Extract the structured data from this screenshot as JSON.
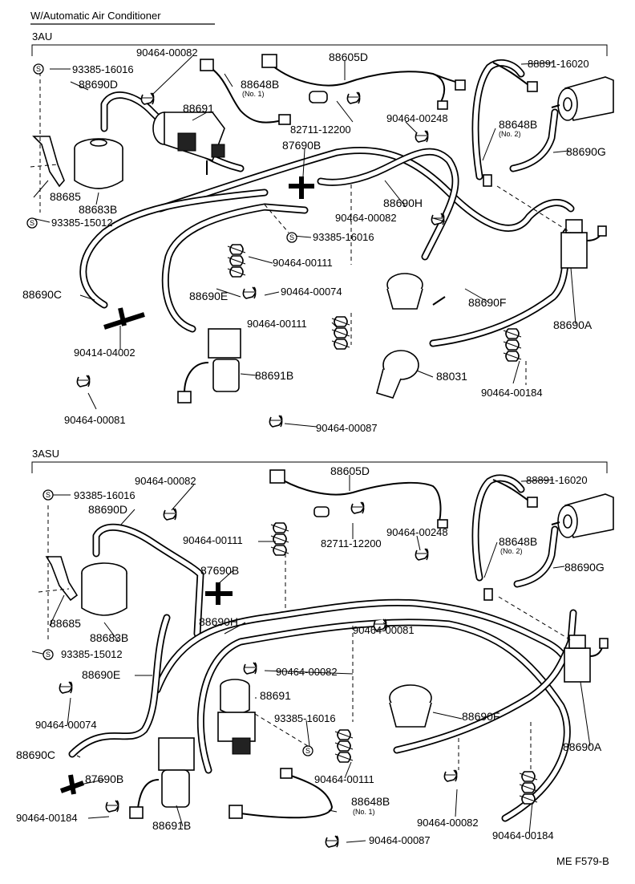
{
  "header": {
    "title": "W/Automatic Air Conditioner",
    "section_top": "3AU",
    "section_bottom": "3ASU",
    "figure_code": "ME F579-B"
  },
  "top": {
    "l_93385_16016": "93385-16016",
    "l_90464_00082": "90464-00082",
    "l_88605D": "88605D",
    "l_88891_16020": "88891-16020",
    "l_88690D": "88690D",
    "l_88648B": "88648B",
    "l_88648B_sub": "(No. 1)",
    "l_88691": "88691",
    "l_82711_12200": "82711-12200",
    "l_90464_00248": "90464-00248",
    "l_88648B2": "88648B",
    "l_88648B2_sub": "(No. 2)",
    "l_87690B": "87690B",
    "l_88690G": "88690G",
    "l_88685": "88685",
    "l_88683B": "88683B",
    "l_88690H": "88690H",
    "l_90464_00082b": "90464-00082",
    "l_93385_15012": "93385-15012",
    "l_93385_16016b": "93385-16016",
    "l_90464_00111": "90464-00111",
    "l_88690C": "88690C",
    "l_88690E": "88690E",
    "l_90464_00074": "90464-00074",
    "l_88690F": "88690F",
    "l_90464_00111b": "90464-00111",
    "l_88690A": "88690A",
    "l_90414_04002": "90414-04002",
    "l_88691B": "88691B",
    "l_88031": "88031",
    "l_90464_00184": "90464-00184",
    "l_90464_00081": "90464-00081",
    "l_90464_00087": "90464-00087"
  },
  "bottom": {
    "l_90464_00082": "90464-00082",
    "l_88605D": "88605D",
    "l_88891_16020": "88891-16020",
    "l_93385_16016": "93385-16016",
    "l_88690D": "88690D",
    "l_90464_00111": "90464-00111",
    "l_82711_12200": "82711-12200",
    "l_90464_00248": "90464-00248",
    "l_88648B": "88648B",
    "l_88648B_sub": "(No. 2)",
    "l_88690G": "88690G",
    "l_87690B": "87690B",
    "l_88685": "88685",
    "l_88690H": "88690H",
    "l_88683B": "88683B",
    "l_90464_00081": "90464-00081",
    "l_93385_15012": "93385-15012",
    "l_90464_00082b": "90464-00082",
    "l_88690E": "88690E",
    "l_88691": "88691",
    "l_88690F": "88690F",
    "l_90464_00074": "90464-00074",
    "l_93385_16016b": "93385-16016",
    "l_88690A": "88690A",
    "l_88690C": "88690C",
    "l_87690B2": "87690B",
    "l_90464_00111b": "90464-00111",
    "l_88648B2": "88648B",
    "l_88648B2_sub": "(No. 1)",
    "l_90464_00184": "90464-00184",
    "l_88691B": "88691B",
    "l_90464_00082c": "90464-00082",
    "l_90464_00184b": "90464-00184",
    "l_90464_00087": "90464-00087"
  },
  "symbols": {
    "bolt_mark": "S"
  }
}
